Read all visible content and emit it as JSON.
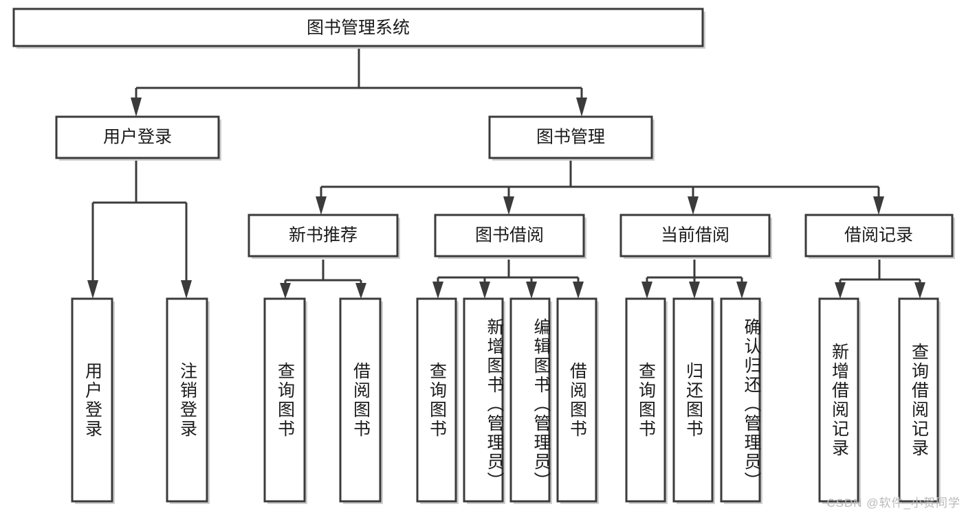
{
  "diagram": {
    "type": "tree-hierarchy",
    "title": "图书管理系统",
    "watermark": "CSDN @软件_小贺同学",
    "colors": {
      "box_stroke": "#3b3b3b",
      "box_fill": "#ffffff",
      "connector": "#3b3b3b",
      "text": "#1a1a1a",
      "watermark": "#b9b9b9",
      "background": "#ffffff"
    },
    "levels": {
      "root": {
        "label": "图书管理系统"
      },
      "level2": [
        {
          "label": "用户登录"
        },
        {
          "label": "图书管理"
        }
      ],
      "level3": [
        {
          "label": "新书推荐"
        },
        {
          "label": "图书借阅"
        },
        {
          "label": "当前借阅"
        },
        {
          "label": "借阅记录"
        }
      ],
      "leaves": {
        "user_login": [
          {
            "label": "用户登录"
          },
          {
            "label": "注销登录"
          }
        ],
        "new_book_recommend": [
          {
            "label": "查询图书"
          },
          {
            "label": "借阅图书"
          }
        ],
        "book_borrow": [
          {
            "label": "查询图书"
          },
          {
            "label": "新增图书（管理员）"
          },
          {
            "label": "编辑图书（管理员）"
          },
          {
            "label": "借阅图书"
          }
        ],
        "current_borrow": [
          {
            "label": "查询图书"
          },
          {
            "label": "归还图书"
          },
          {
            "label": "确认归还（管理员）"
          }
        ],
        "borrow_record": [
          {
            "label": "新增借阅记录"
          },
          {
            "label": "查询借阅记录"
          }
        ]
      }
    }
  }
}
